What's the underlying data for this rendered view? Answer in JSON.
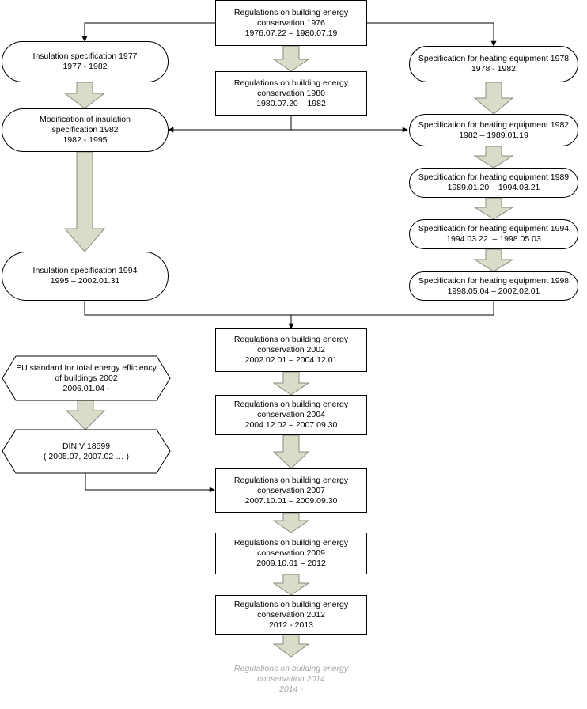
{
  "colors": {
    "line": "#000000",
    "arrow_fill": "#d9dcc8",
    "arrow_stroke": "#8a8c7c",
    "faded_text": "#a6a6a6"
  },
  "nodes": {
    "reg1976": {
      "lines": [
        "Regulations on building energy",
        "conservation 1976",
        "1976.07.22 – 1980.07.19"
      ]
    },
    "reg1980": {
      "lines": [
        "Regulations on building energy",
        "conservation 1980",
        "1980.07.20 – 1982"
      ]
    },
    "ins1977": {
      "lines": [
        "Insulation specification 1977",
        "1977 - 1982"
      ]
    },
    "ins1982": {
      "lines": [
        "Modification of insulation",
        "specification 1982",
        "1982 - 1995"
      ]
    },
    "ins1994": {
      "lines": [
        "Insulation specification 1994",
        "1995 – 2002.01.31"
      ]
    },
    "heat1978": {
      "lines": [
        "Specification for heating equipment 1978",
        "1978 - 1982"
      ]
    },
    "heat1982": {
      "lines": [
        "Specification for heating equipment 1982",
        "1982 – 1989.01.19"
      ]
    },
    "heat1989": {
      "lines": [
        "Specification for heating equipment 1989",
        "1989.01.20 – 1994.03.21"
      ]
    },
    "heat1994": {
      "lines": [
        "Specification for heating equipment 1994",
        "1994.03.22. – 1998.05.03"
      ]
    },
    "heat1998": {
      "lines": [
        "Specification for heating equipment 1998",
        "1998.05.04 – 2002.02.01"
      ]
    },
    "reg2002": {
      "lines": [
        "Regulations on building energy",
        "conservation 2002",
        "2002.02.01 – 2004.12.01"
      ]
    },
    "eu2002": {
      "lines": [
        "EU standard for total energy efficiency",
        "of buildings 2002",
        "2006.01.04 -"
      ]
    },
    "din": {
      "lines": [
        "DIN V 18599",
        "( 2005.07, 2007.02 … )"
      ]
    },
    "reg2004": {
      "lines": [
        "Regulations on building energy",
        "conservation 2004",
        "2004.12.02 – 2007.09.30"
      ]
    },
    "reg2007": {
      "lines": [
        "Regulations on building energy",
        "conservation 2007",
        "2007.10.01 – 2009.09.30"
      ]
    },
    "reg2009": {
      "lines": [
        "Regulations on building energy",
        "conservation 2009",
        "2009.10.01 – 2012"
      ]
    },
    "reg2012": {
      "lines": [
        "Regulations on building energy",
        "conservation 2012",
        "2012 - 2013"
      ]
    },
    "reg2014": {
      "lines": [
        "Regulations on building energy",
        "conservation 2014",
        "2014 -"
      ]
    }
  }
}
